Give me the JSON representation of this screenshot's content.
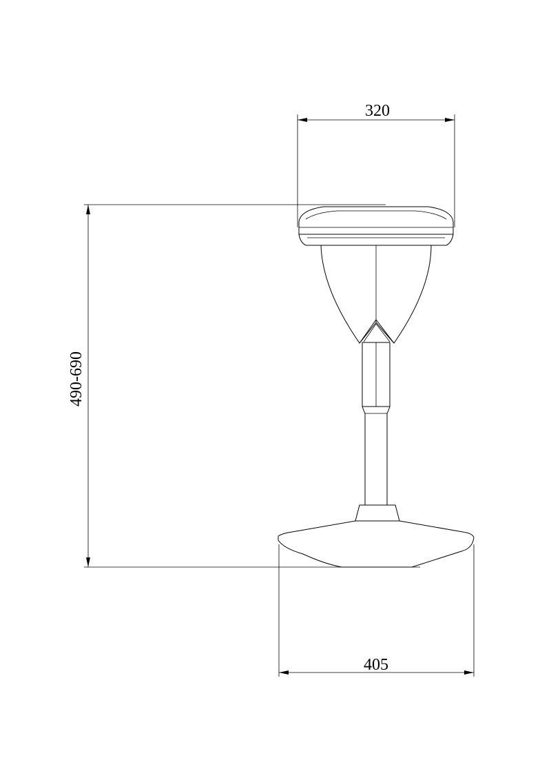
{
  "drawing": {
    "dimensions": {
      "seat_width": "320",
      "height_range": "490-690",
      "base_width": "405"
    }
  }
}
